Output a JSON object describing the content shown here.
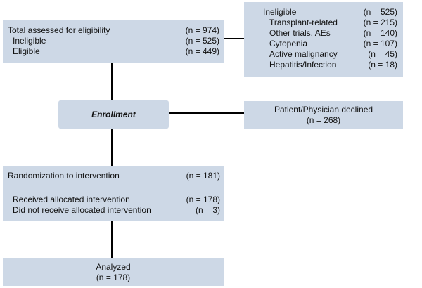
{
  "eligibility": {
    "title": "Total assessed for eligibility",
    "title_n": "(n = 974)",
    "rows": [
      {
        "label": "Ineligible",
        "n": "(n = 525)"
      },
      {
        "label": "Eligible",
        "n": "(n = 449)"
      }
    ]
  },
  "ineligible": {
    "title": "Ineligible",
    "title_n": "(n = 525)",
    "reasons": [
      {
        "label": "Transplant-related",
        "n": "(n = 215)"
      },
      {
        "label": "Other trials, AEs",
        "n": "(n = 140)"
      },
      {
        "label": "Cytopenia",
        "n": "(n = 107)"
      },
      {
        "label": "Active malignancy",
        "n": "(n = 45)"
      },
      {
        "label": "Hepatitis/Infection",
        "n": "(n = 18)"
      }
    ]
  },
  "enrollment": {
    "label": "Enrollment"
  },
  "declined": {
    "label": "Patient/Physician declined",
    "n": "(n = 268)"
  },
  "randomization": {
    "title": "Randomization to intervention",
    "title_n": "(n = 181)",
    "rows": [
      {
        "label": "Received allocated intervention",
        "n": "(n = 178)"
      },
      {
        "label": "Did not receive allocated intervention",
        "n": "(n = 3)"
      }
    ]
  },
  "analyzed": {
    "label": "Analyzed",
    "n": "(n = 178)"
  },
  "colors": {
    "box_fill": "#cdd8e6",
    "connector": "#000000"
  }
}
